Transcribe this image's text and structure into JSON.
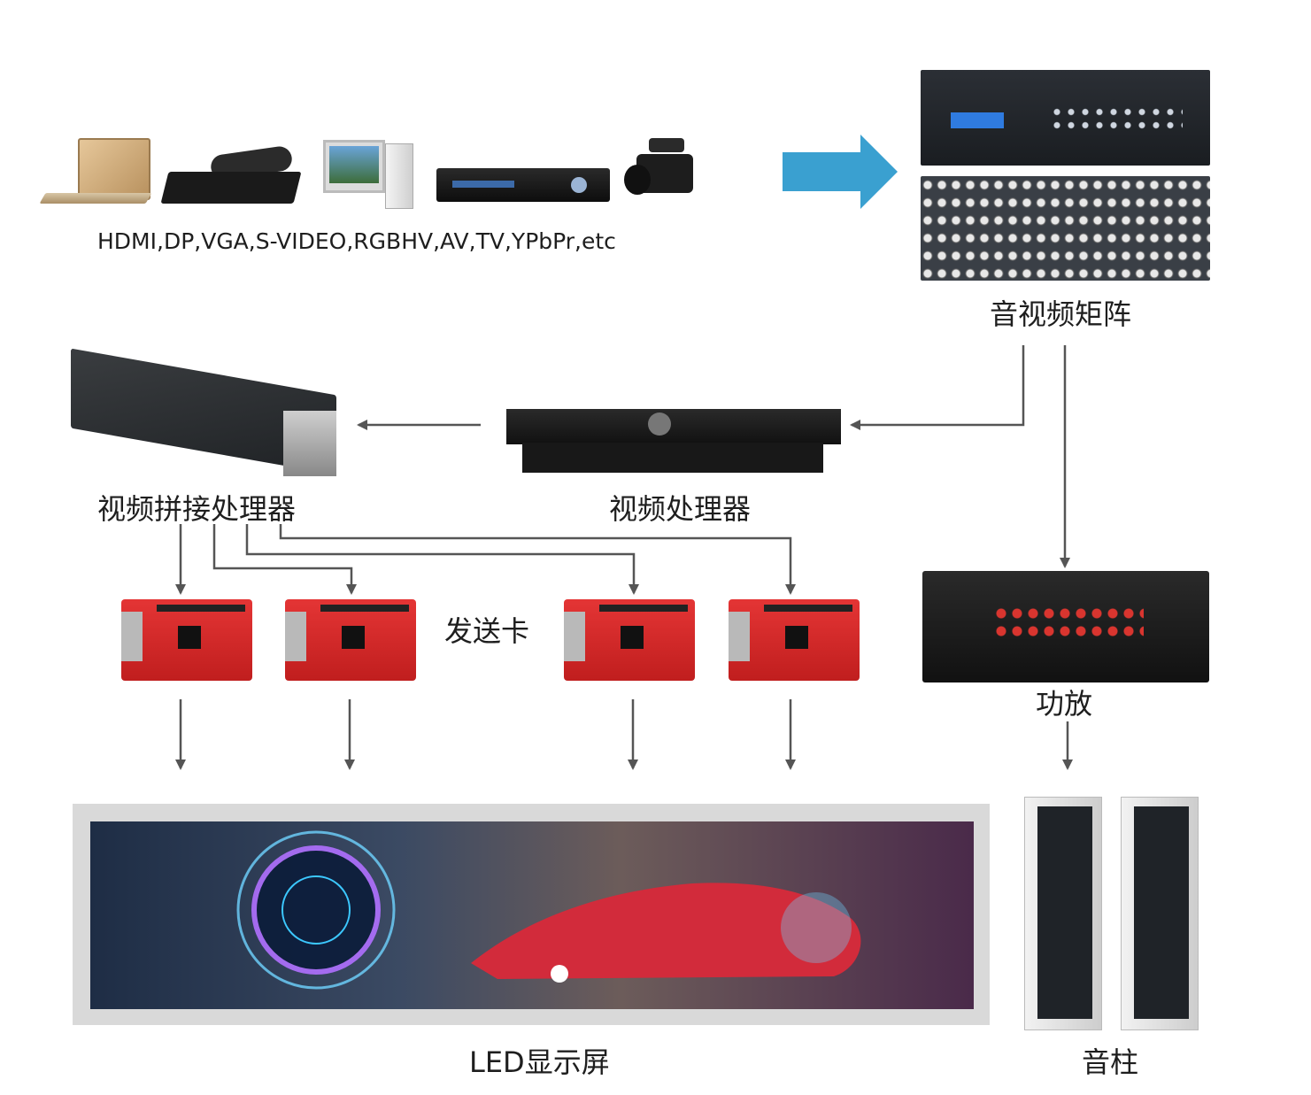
{
  "sources": {
    "label": "HDMI,DP,VGA,S-VIDEO,RGBHV,AV,TV,YPbPr,etc",
    "icons": [
      "laptop-icon",
      "set-top-box-icon",
      "desktop-pc-icon",
      "dvd-player-icon",
      "video-camera-icon"
    ]
  },
  "matrix": {
    "label": "音视频矩阵"
  },
  "video_processor": {
    "label": "视频处理器"
  },
  "splicing_processor": {
    "label": "视频拼接处理器"
  },
  "sending_cards": {
    "label": "发送卡",
    "count": 4
  },
  "amplifier": {
    "label": "功放"
  },
  "led_screen": {
    "label": "LED显示屏"
  },
  "speakers": {
    "label": "音柱",
    "count": 2
  },
  "colors": {
    "arrow": "#3aa0d0",
    "line": "#555555",
    "card": "#d82b2b"
  }
}
